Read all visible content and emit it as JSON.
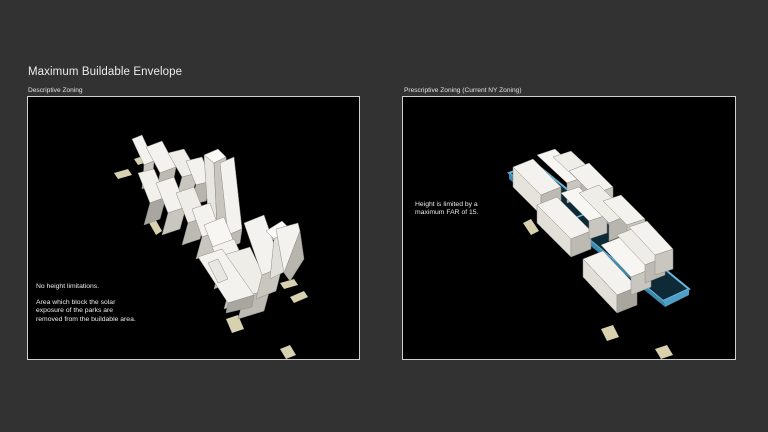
{
  "title": "Maximum Buildable Envelope",
  "panels": {
    "left": {
      "label": "Descriptive Zoning",
      "note_lines": [
        "No height limitations.",
        "Area which block the solar",
        "exposure of the parks are",
        "removed from the buildable area."
      ]
    },
    "right": {
      "label": "Prescriptive Zoning (Current NY Zoning)",
      "note_lines": [
        "Height is limited by a",
        "maximum FAR of 15."
      ]
    }
  },
  "colors": {
    "background": "#323232",
    "panel": "#000000",
    "frame": "#cfcfcf",
    "building_top": "#f4f2ee",
    "building_side": "#c9c6c0",
    "building_shadow": "#9a9893",
    "park": "#d7d1b0",
    "site_outline": "#6ab8dd"
  }
}
